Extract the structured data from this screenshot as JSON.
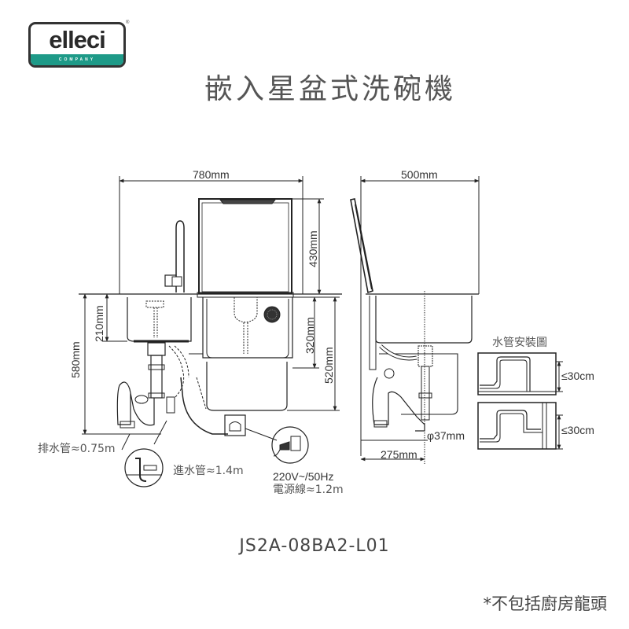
{
  "brand": {
    "logo_text": "elleci",
    "logo_subtext": "COMPANY",
    "registered_mark": "®",
    "band_color": "#1e9a88"
  },
  "title": "嵌入星盆式洗碗機",
  "front_view": {
    "width_label": "780mm",
    "unit_height_label": "430mm",
    "sink_depth_label": "210mm",
    "cabinet_height_label": "580mm",
    "basin_depth_label": "320mm",
    "total_height_label": "520mm",
    "drain_hose_label": "排水管≈0.75m",
    "inlet_hose_label": "進水管≈1.4m",
    "power_spec_label": "220V~/50Hz",
    "power_cord_label": "電源線≈1.2m"
  },
  "side_view": {
    "depth_label": "500mm",
    "offset_label": "275mm",
    "pipe_diameter_label": "φ37mm"
  },
  "pipe_install": {
    "title": "水管安裝圖",
    "limit_1": "≤30cm",
    "limit_2": "≤30cm"
  },
  "model_number": "JS2A-08BA2-L01",
  "footnote": "*不包括廚房龍頭"
}
